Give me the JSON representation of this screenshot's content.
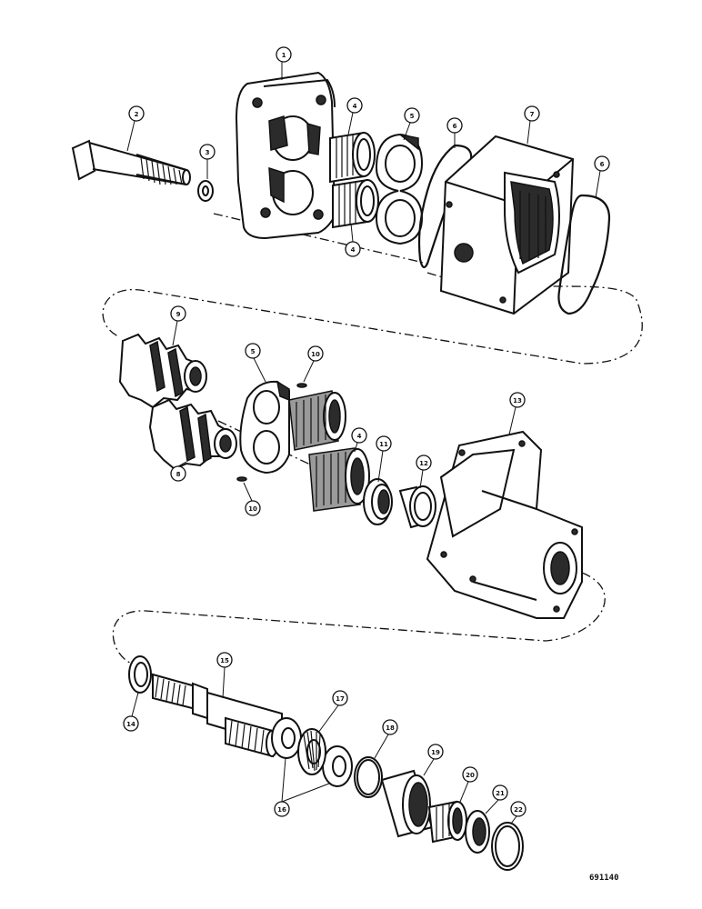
{
  "diagram": {
    "figure_id": "691140",
    "callouts": [
      {
        "id": "c1",
        "text": "1"
      },
      {
        "id": "c2",
        "text": "2"
      },
      {
        "id": "c3",
        "text": "3"
      },
      {
        "id": "c4a",
        "text": "4"
      },
      {
        "id": "c4b",
        "text": "4"
      },
      {
        "id": "c5a",
        "text": "5"
      },
      {
        "id": "c6a",
        "text": "6"
      },
      {
        "id": "c7",
        "text": "7"
      },
      {
        "id": "c6b",
        "text": "6"
      },
      {
        "id": "c9",
        "text": "9"
      },
      {
        "id": "c5b",
        "text": "5"
      },
      {
        "id": "c10a",
        "text": "10"
      },
      {
        "id": "c4c",
        "text": "4"
      },
      {
        "id": "c11",
        "text": "11"
      },
      {
        "id": "c12",
        "text": "12"
      },
      {
        "id": "c13",
        "text": "13"
      },
      {
        "id": "c8",
        "text": "8"
      },
      {
        "id": "c10b",
        "text": "10"
      },
      {
        "id": "c15",
        "text": "15"
      },
      {
        "id": "c14",
        "text": "14"
      },
      {
        "id": "c17",
        "text": "17"
      },
      {
        "id": "c18a",
        "text": "18"
      },
      {
        "id": "c19",
        "text": "19"
      },
      {
        "id": "c20",
        "text": "20"
      },
      {
        "id": "c21",
        "text": "21"
      },
      {
        "id": "c22",
        "text": "22"
      },
      {
        "id": "c16",
        "text": "16"
      }
    ]
  }
}
